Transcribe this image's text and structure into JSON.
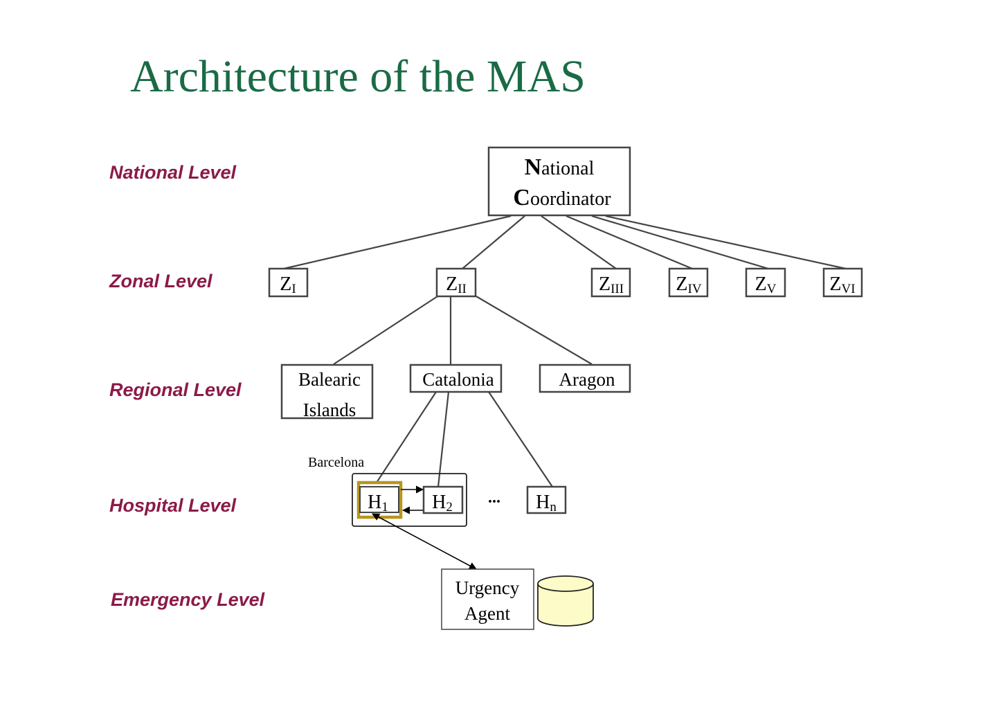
{
  "title": "Architecture of the MAS",
  "levels": {
    "national": "National Level",
    "zonal": "Zonal Level",
    "regional": "Regional Level",
    "hospital": "Hospital Level",
    "emergency": "Emergency Level"
  },
  "national_coordinator": {
    "line1_initial": "N",
    "line1_rest": "ational",
    "line2_initial": "C",
    "line2_rest": "oordinator"
  },
  "zones": [
    {
      "base": "Z",
      "sub": "I"
    },
    {
      "base": "Z",
      "sub": "II"
    },
    {
      "base": "Z",
      "sub": "III"
    },
    {
      "base": "Z",
      "sub": "IV"
    },
    {
      "base": "Z",
      "sub": "V"
    },
    {
      "base": "Z",
      "sub": "VI"
    }
  ],
  "regions": {
    "balearic_line1": "Balearic",
    "balearic_line2": "Islands",
    "catalonia": "Catalonia",
    "aragon": "Aragon"
  },
  "barcelona_label": "Barcelona",
  "hospitals": {
    "h1": {
      "base": "H",
      "sub": "1"
    },
    "h2": {
      "base": "H",
      "sub": "2"
    },
    "ellipsis": "...",
    "hn": {
      "base": "H",
      "sub": "n"
    }
  },
  "urgency_agent": {
    "line1": "Urgency",
    "line2": "Agent"
  },
  "colors": {
    "title": "#1a6b45",
    "level_label": "#8b1a47",
    "highlight_border": "#b8961e",
    "database_fill": "#fdfbc8"
  },
  "icons": {
    "database": "database-cylinder-icon"
  }
}
